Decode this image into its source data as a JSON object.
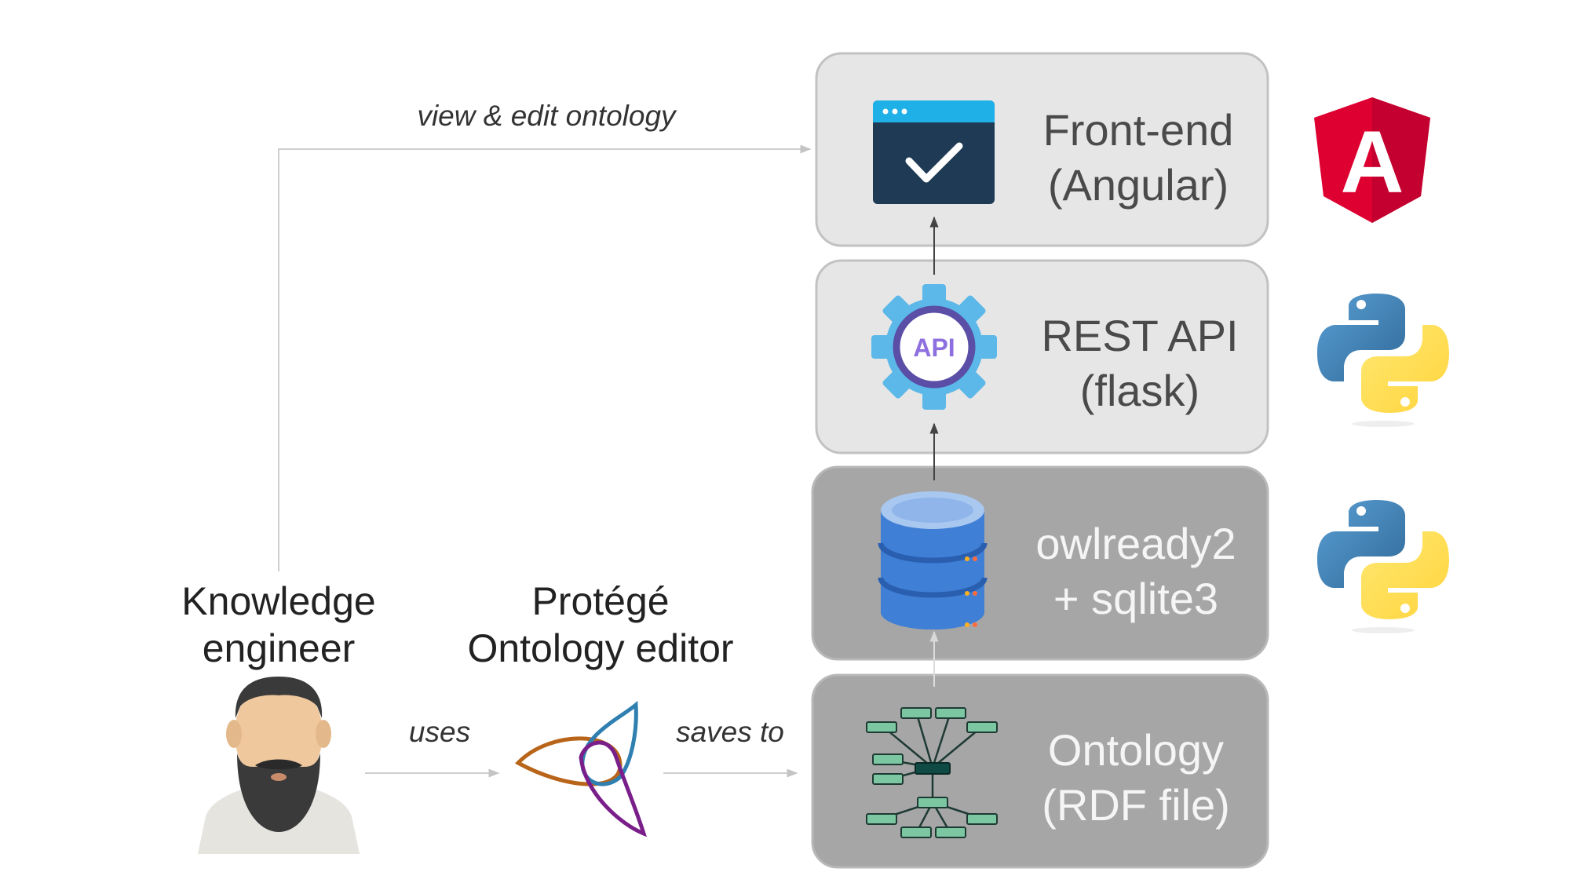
{
  "edges": {
    "view_edit": "view & edit ontology",
    "uses": "uses",
    "saves_to": "saves to"
  },
  "actors": {
    "engineer": {
      "line1": "Knowledge",
      "line2": "engineer"
    },
    "protege": {
      "line1": "Protégé",
      "line2": "Ontology editor"
    }
  },
  "layers": {
    "frontend": {
      "line1": "Front-end",
      "line2": "(Angular)"
    },
    "api": {
      "line1": "REST API",
      "line2": "(flask)"
    },
    "db": {
      "line1": "owlready2",
      "line2": "+ sqlite3"
    },
    "ontology": {
      "line1": "Ontology",
      "line2": "(RDF file)"
    }
  },
  "api_icon_text": "API",
  "angular_letter": "A",
  "icons": {
    "frontend": "browser-check-icon",
    "api": "api-gear-icon",
    "db": "database-icon",
    "ontology": "graph-tree-icon",
    "angular": "angular-logo-icon",
    "python": "python-logo-icon",
    "engineer": "bearded-person-icon",
    "protege": "protege-logo-icon"
  },
  "colors": {
    "light_box": "#e6e6e6",
    "dark_box": "#a6a6a6",
    "box_border": "#bdbdbd",
    "angular_red": "#dd0031",
    "python_blue": "#3776ab",
    "python_yellow": "#ffd43b",
    "browser_dark": "#1e3a55",
    "browser_bar": "#1fb0e8",
    "db_blue": "#3f7fd6",
    "graph_green": "#7cc6a2"
  }
}
